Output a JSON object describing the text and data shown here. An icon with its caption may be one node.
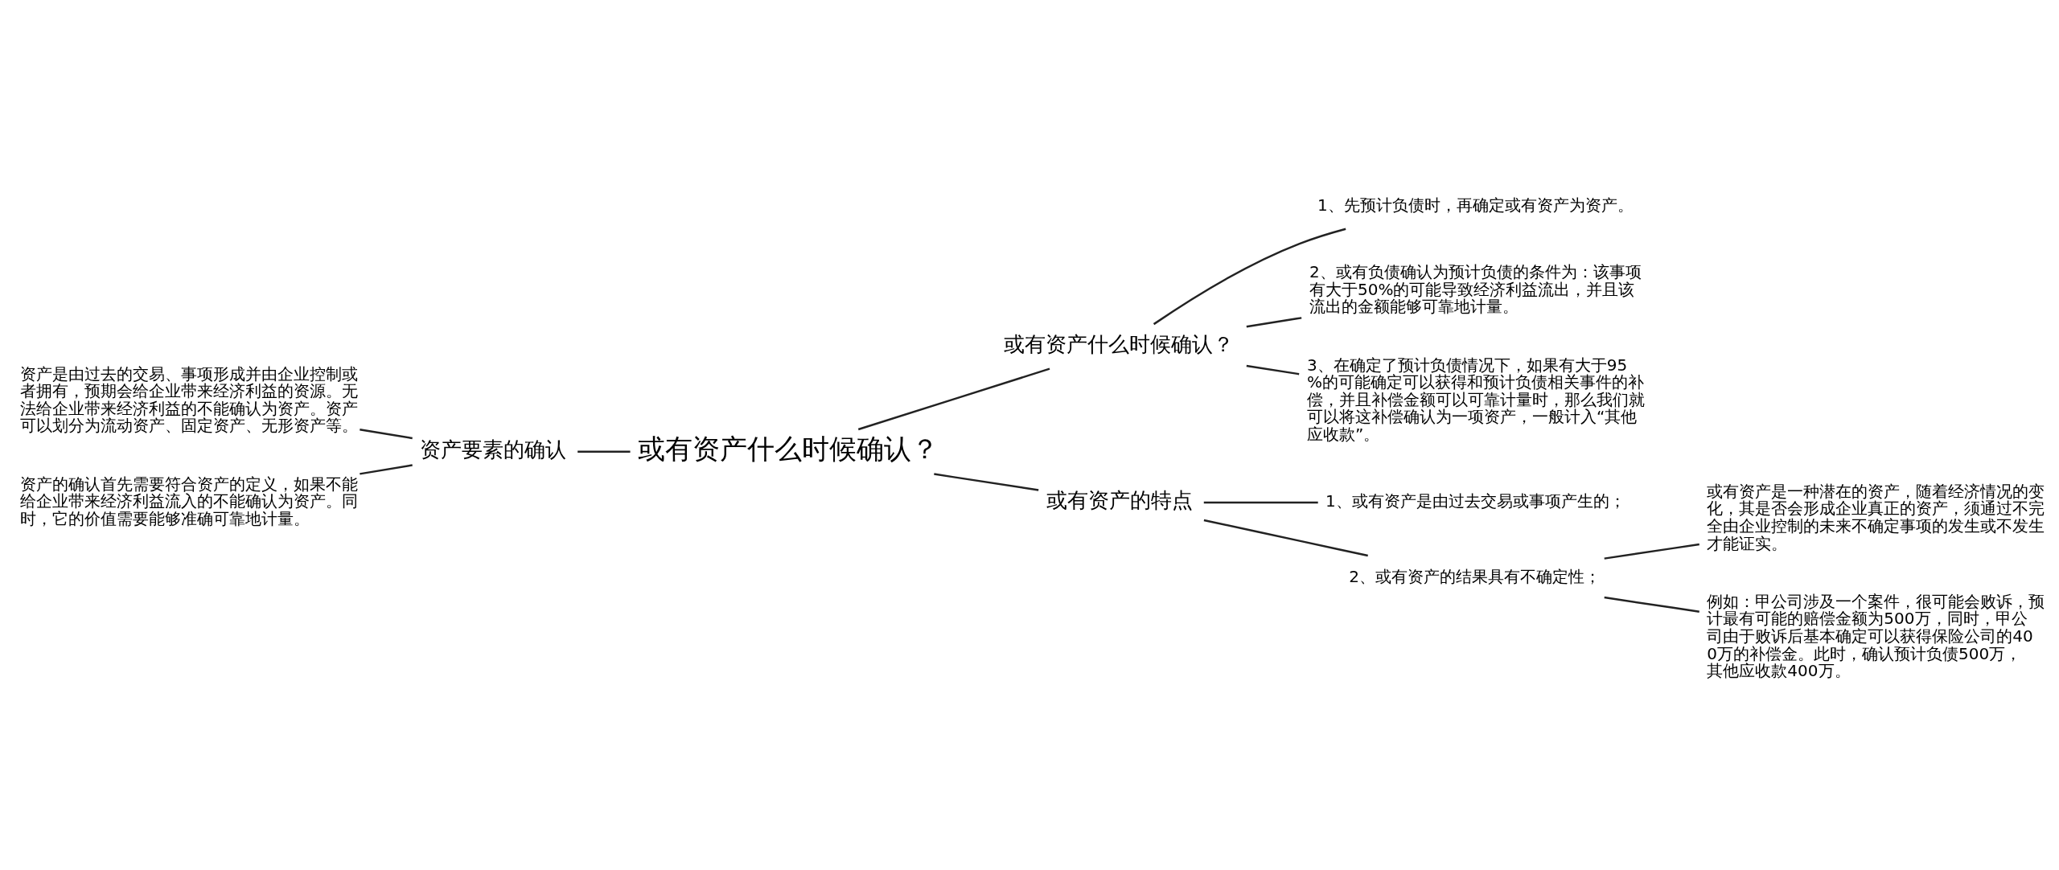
{
  "diagram": {
    "nodes": [
      {
        "text": [
          "或有资产什么时候确认？"
        ]
      },
      {
        "text": [
          "资产要素的确认"
        ]
      },
      {
        "text": [
          "资产是由过去的交易、事项形成并由企业控制或者拥有，预期会给企业带来经济利益的资源。无法给企业带来经济利益的不能确认为资产。资产可以划分为流动资产、固定资产、无形资产等。"
        ]
      },
      {
        "text": [
          "资产的确认首先需要符合资产的定义，如果不能给企业带来经济利益流入的不能确认为资产。同时，它的价值需要能够准确可靠地计量。"
        ]
      },
      {
        "text": [
          "或有资产什么时候确认？"
        ]
      },
      {
        "text": [
          "1、先预计负债时，再确定或有资产为资产。"
        ]
      },
      {
        "text": [
          "2、或有负债确认为预计负债的条件为：该事项有大于50%的可能导致经济利益流出，并且该流出的金额能够可靠地计量。"
        ]
      },
      {
        "text": [
          "3、在确定了预计负债情况下，如果有大于95%的可能确定可以获得和预计负债相关事件的补偿，并且补偿金额可以可靠计量时，那么我们就可以将这补偿确认为一项资产，一般计入“其他应收款”。"
        ]
      },
      {
        "text": [
          "或有资产的特点"
        ]
      },
      {
        "text": [
          "1、或有资产是由过去交易或事项产生的；"
        ]
      },
      {
        "text": [
          "2、或有资产的结果具有不确定性；"
        ]
      },
      {
        "text": [
          "或有资产是一种潜在的资产，随着经济情况的变化，其是否会形成企业真正的资产，须通过不完全由企业控制的未来不确定事项的发生或不发生才能证实。"
        ]
      },
      {
        "text": [
          "例如：甲公司涉及一个案件，很可能会败诉，预计最有可能的赔偿金额为500万，同时，甲公司由于败诉后基本确定可以获得保险公司的400万的补偿金。此时，确认预计负债500万，其他应收款400万。"
        ]
      }
    ],
    "edges": [
      {
        "from": 0,
        "to": 1,
        "arrow": "none"
      },
      {
        "from": 1,
        "to": 2,
        "arrow": "none"
      },
      {
        "from": 1,
        "to": 3,
        "arrow": "none"
      },
      {
        "from": 0,
        "to": 4,
        "arrow": "none"
      },
      {
        "from": 4,
        "to": 5,
        "arrow": "none"
      },
      {
        "from": 4,
        "to": 6,
        "arrow": "none"
      },
      {
        "from": 4,
        "to": 7,
        "arrow": "none"
      },
      {
        "from": 0,
        "to": 8,
        "arrow": "none"
      },
      {
        "from": 8,
        "to": 9,
        "arrow": "none"
      },
      {
        "from": 8,
        "to": 10,
        "arrow": "none"
      },
      {
        "from": 10,
        "to": 11,
        "arrow": "none"
      },
      {
        "from": 10,
        "to": 12,
        "arrow": "none"
      }
    ]
  }
}
